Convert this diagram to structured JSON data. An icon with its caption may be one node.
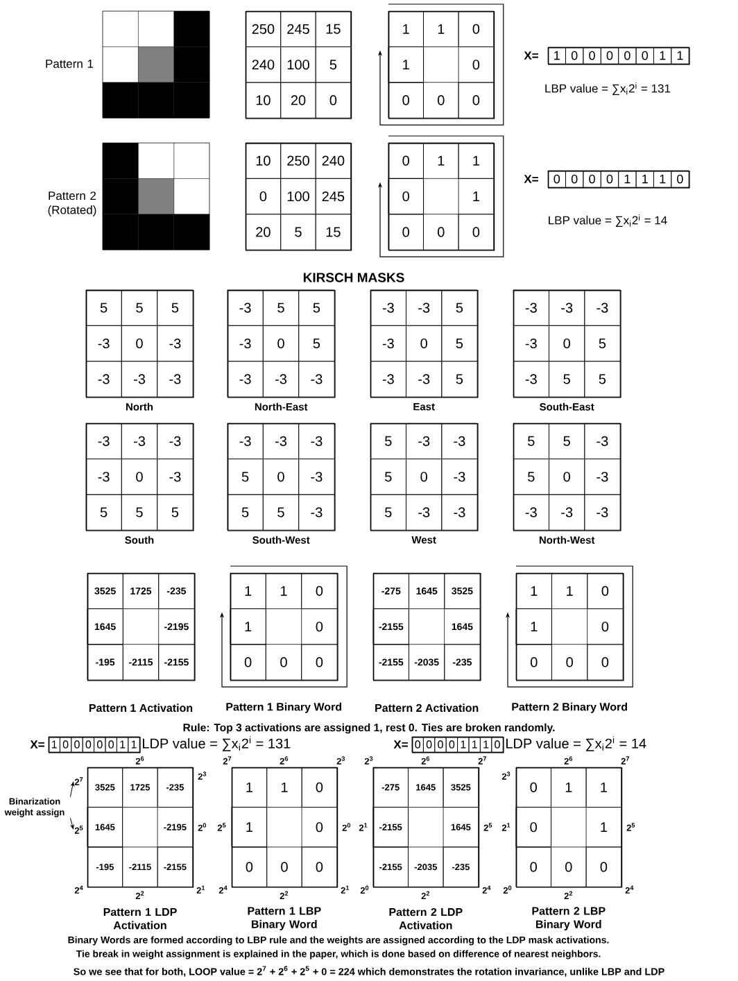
{
  "diagram": {
    "title": "KIRSCH MASKS",
    "nodes": [
      {
        "text": [
          "250",
          "245",
          "15",
          "240",
          "100",
          "5",
          "10",
          "20",
          "0"
        ]
      },
      {
        "text": [
          "1",
          "1",
          "0",
          "1",
          "0",
          "0",
          "0",
          "0"
        ]
      },
      {
        "text": [
          "1",
          "0",
          "0",
          "0",
          "0",
          "0",
          "1",
          "1"
        ],
        "beside": [
          "X=",
          "LBP value = ∑x$_{i}$2$^{i}$ = 131"
        ]
      },
      {
        "text": [
          "10",
          "250",
          "240",
          "0",
          "100",
          "245",
          "20",
          "5",
          "15"
        ]
      },
      {
        "text": [
          "0",
          "1",
          "1",
          "0",
          "1",
          "0",
          "0",
          "0"
        ]
      },
      {
        "text": [
          "0",
          "0",
          "0",
          "0",
          "1",
          "1",
          "1",
          "0"
        ],
        "beside": [
          "X=",
          "LBP value = ∑x$_{i}$2$^{i}$ = 14"
        ]
      },
      {
        "text": [
          "5",
          "5",
          "5",
          "-3",
          "0",
          "-3",
          "-3",
          "-3",
          "-3"
        ],
        "beside": [
          "North"
        ]
      },
      {
        "text": [
          "-3",
          "5",
          "5",
          "-3",
          "0",
          "5",
          "-3",
          "-3",
          "-3"
        ],
        "beside": [
          "North-East"
        ]
      },
      {
        "text": [
          "-3",
          "-3",
          "5",
          "-3",
          "0",
          "5",
          "-3",
          "-3",
          "5"
        ],
        "beside": [
          "East"
        ]
      },
      {
        "text": [
          "-3",
          "-3",
          "-3",
          "-3",
          "0",
          "5",
          "-3",
          "5",
          "5"
        ],
        "beside": [
          "South-East"
        ]
      },
      {
        "text": [
          "-3",
          "-3",
          "-3",
          "-3",
          "0",
          "-3",
          "5",
          "5",
          "5"
        ],
        "beside": [
          "South"
        ]
      },
      {
        "text": [
          "-3",
          "-3",
          "-3",
          "5",
          "0",
          "-3",
          "5",
          "5",
          "-3"
        ],
        "beside": [
          "South-West"
        ]
      },
      {
        "text": [
          "5",
          "-3",
          "-3",
          "5",
          "0",
          "-3",
          "5",
          "-3",
          "-3"
        ],
        "beside": [
          "West"
        ]
      },
      {
        "text": [
          "5",
          "5",
          "-3",
          "5",
          "0",
          "-3",
          "-3",
          "-3",
          "-3"
        ],
        "beside": [
          "North-West"
        ]
      },
      {
        "text": [
          "3525",
          "1725",
          "-235",
          "1645",
          "-2195",
          "-195",
          "-2115",
          "-2155"
        ],
        "beside": [
          "Pattern 1 Activation"
        ]
      },
      {
        "text": [
          "1",
          "1",
          "0",
          "1",
          "0",
          "0",
          "0",
          "0"
        ],
        "beside": [
          "Pattern 1 Binary Word"
        ]
      },
      {
        "text": [
          "-275",
          "1645",
          "3525",
          "-2155",
          "1645",
          "-2155",
          "-2035",
          "-235"
        ],
        "beside": [
          "Pattern 2 Activation"
        ]
      },
      {
        "text": [
          "1",
          "1",
          "0",
          "1",
          "0",
          "0",
          "0",
          "0"
        ],
        "beside": [
          "Pattern 2 Binary Word"
        ]
      },
      {
        "text": [
          "1",
          "0",
          "0",
          "0",
          "0",
          "0",
          "1",
          "1"
        ],
        "beside": [
          "X=",
          "LDP value = ∑x$_{i}$2$^{i}$ = 131"
        ]
      },
      {
        "text": [
          "0",
          "0",
          "0",
          "0",
          "1",
          "1",
          "1",
          "0"
        ],
        "beside": [
          "X=",
          "LDP value = ∑x$_{i}$2$^{i}$ = 14"
        ]
      },
      {
        "text": [
          "Binarization weight assign"
        ]
      },
      {
        "text": [
          "2$^{7}$"
        ]
      },
      {
        "text": [
          "2$^{5}$"
        ]
      },
      {
        "text": [
          "3525",
          "1725",
          "-235",
          "1645",
          "-2195",
          "-195",
          "-2115",
          "-2155"
        ],
        "beside": [
          "2$^{6}$",
          "2$^{3}$",
          "2$^{0}$",
          "2$^{4}$",
          "2$^{2}$",
          "2$^{1}$",
          "Pattern 1 LDP Activation"
        ]
      },
      {
        "text": [
          "1",
          "1",
          "0",
          "1",
          "0",
          "0",
          "0",
          "0"
        ],
        "beside": [
          "2$^{7}$",
          "2$^{6}$",
          "2$^{3}$",
          "2$^{5}$",
          "2$^{0}$",
          "2$^{4}$",
          "2$^{2}$",
          "2$^{1}$",
          "Pattern 1 LBP Binary Word"
        ]
      },
      {
        "text": [
          "-275",
          "1645",
          "3525",
          "-2155",
          "1645",
          "-2155",
          "-2035",
          "-235"
        ],
        "beside": [
          "2$^{3}$",
          "2$^{6}$",
          "2$^{7}$",
          "2$^{1}$",
          "2$^{5}$",
          "2$^{0}$",
          "2$^{2}$",
          "2$^{4}$",
          "Pattern 2 LDP Activation"
        ]
      },
      {
        "text": [
          "0",
          "1",
          "1",
          "0",
          "1",
          "0",
          "0",
          "0"
        ],
        "beside": [
          "2$^{6}$",
          "2$^{7}$",
          "2$^{3}$",
          "2$^{1}$",
          "2$^{5}$",
          "2$^{0}$",
          "2$^{2}$",
          "2$^{4}$",
          "Pattern 2 LBP Binary Word"
        ]
      }
    ],
    "edges": [
      {
        "from": 20,
        "to": 21,
        "arrow": "to"
      },
      {
        "from": 20,
        "to": 22,
        "arrow": "to"
      }
    ],
    "labels": [
      "Pattern 1",
      "Pattern 2 (Rotated)",
      "Rule: Top 3 activations are assigned 1, rest 0. Ties are broken randomly.",
      "Binary Words are formed according to LBP rule and the weights are assigned according to the LDP mask activations.",
      "Tie break in weight assignment is explained in the paper, which is done based on difference of nearest neighbors.",
      "So we see that for both, LOOP value = 2$^{7}$ + 2$^{6}$ + 2$^{5}$ + 0 = 224 which demonstrates the rotation invariance, unlike LBP and LDP"
    ]
  }
}
